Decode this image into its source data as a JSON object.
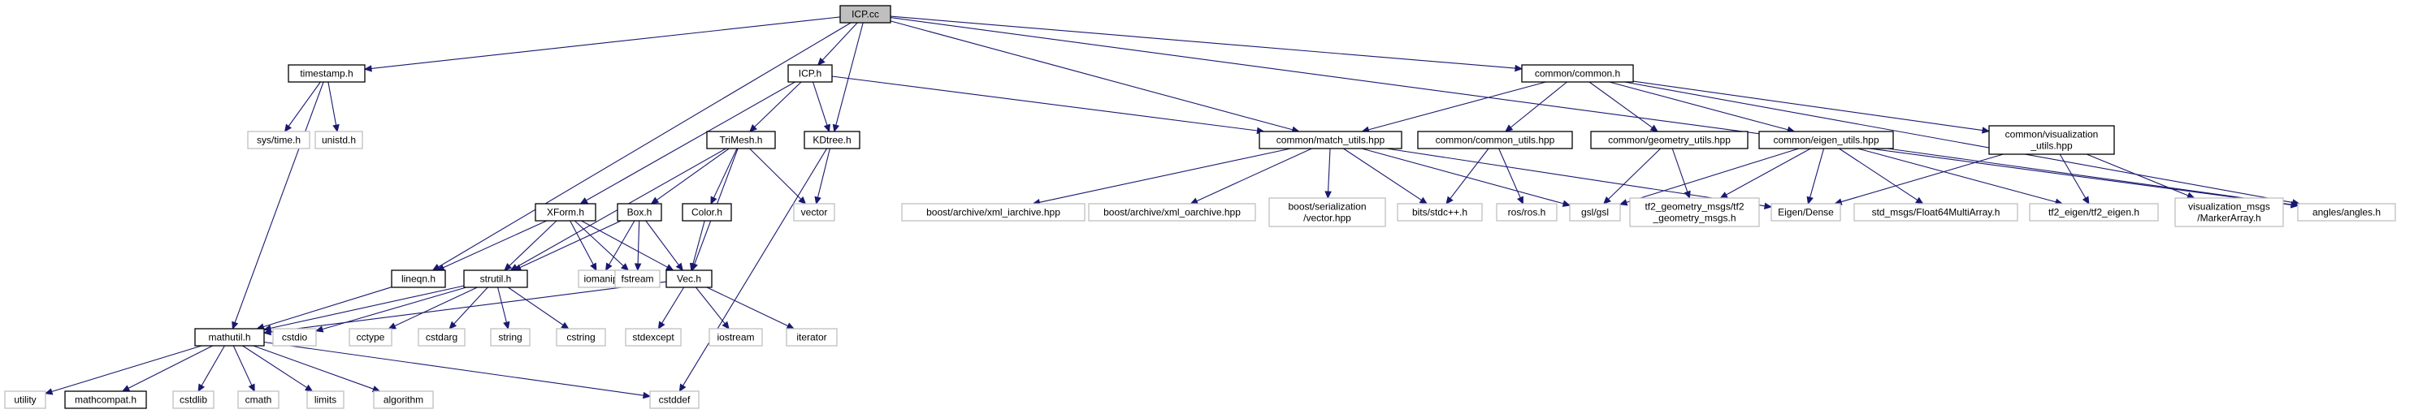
{
  "diagram": {
    "type": "include-dependency-graph",
    "colors": {
      "edge": "#191970",
      "root_fill": "#bfbfbf",
      "documented_border": "#000000",
      "external_border": "#bfbfbf"
    },
    "nodes": [
      {
        "id": "icp_cc",
        "lines": [
          "ICP.cc"
        ],
        "kind": "root"
      },
      {
        "id": "timestamp_h",
        "lines": [
          "timestamp.h"
        ],
        "kind": "doc"
      },
      {
        "id": "icp_h",
        "lines": [
          "ICP.h"
        ],
        "kind": "doc"
      },
      {
        "id": "common_common_h",
        "lines": [
          "common/common.h"
        ],
        "kind": "doc"
      },
      {
        "id": "sys_time_h",
        "lines": [
          "sys/time.h"
        ],
        "kind": "ext"
      },
      {
        "id": "unistd_h",
        "lines": [
          "unistd.h"
        ],
        "kind": "ext"
      },
      {
        "id": "trimesh_h",
        "lines": [
          "TriMesh.h"
        ],
        "kind": "doc"
      },
      {
        "id": "kdtree_h",
        "lines": [
          "KDtree.h"
        ],
        "kind": "doc"
      },
      {
        "id": "match_utils",
        "lines": [
          "common/match_utils.hpp"
        ],
        "kind": "doc"
      },
      {
        "id": "common_utils",
        "lines": [
          "common/common_utils.hpp"
        ],
        "kind": "doc"
      },
      {
        "id": "geometry_utils",
        "lines": [
          "common/geometry_utils.hpp"
        ],
        "kind": "doc"
      },
      {
        "id": "eigen_utils",
        "lines": [
          "common/eigen_utils.hpp"
        ],
        "kind": "doc"
      },
      {
        "id": "visualization_utils",
        "lines": [
          "common/visualization",
          "_utils.hpp"
        ],
        "kind": "doc"
      },
      {
        "id": "xform_h",
        "lines": [
          "XForm.h"
        ],
        "kind": "doc"
      },
      {
        "id": "box_h",
        "lines": [
          "Box.h"
        ],
        "kind": "doc"
      },
      {
        "id": "color_h",
        "lines": [
          "Color.h"
        ],
        "kind": "doc"
      },
      {
        "id": "vector",
        "lines": [
          "vector"
        ],
        "kind": "ext"
      },
      {
        "id": "xml_iarchive",
        "lines": [
          "boost/archive/xml_iarchive.hpp"
        ],
        "kind": "ext"
      },
      {
        "id": "xml_oarchive",
        "lines": [
          "boost/archive/xml_oarchive.hpp"
        ],
        "kind": "ext"
      },
      {
        "id": "boost_vector",
        "lines": [
          "boost/serialization",
          "/vector.hpp"
        ],
        "kind": "ext"
      },
      {
        "id": "bits_stdcpp",
        "lines": [
          "bits/stdc++.h"
        ],
        "kind": "ext"
      },
      {
        "id": "ros_h",
        "lines": [
          "ros/ros.h"
        ],
        "kind": "ext"
      },
      {
        "id": "gsl",
        "lines": [
          "gsl/gsl"
        ],
        "kind": "ext"
      },
      {
        "id": "tf2_geometry",
        "lines": [
          "tf2_geometry_msgs/tf2",
          "_geometry_msgs.h"
        ],
        "kind": "ext"
      },
      {
        "id": "eigen_dense",
        "lines": [
          "Eigen/Dense"
        ],
        "kind": "ext"
      },
      {
        "id": "float64",
        "lines": [
          "std_msgs/Float64MultiArray.h"
        ],
        "kind": "ext"
      },
      {
        "id": "tf2_eigen",
        "lines": [
          "tf2_eigen/tf2_eigen.h"
        ],
        "kind": "ext"
      },
      {
        "id": "marker_array",
        "lines": [
          "visualization_msgs",
          "/MarkerArray.h"
        ],
        "kind": "ext"
      },
      {
        "id": "angles_h",
        "lines": [
          "angles/angles.h"
        ],
        "kind": "ext"
      },
      {
        "id": "lineqn_h",
        "lines": [
          "lineqn.h"
        ],
        "kind": "doc"
      },
      {
        "id": "strutil_h",
        "lines": [
          "strutil.h"
        ],
        "kind": "doc"
      },
      {
        "id": "iomanip",
        "lines": [
          "iomanip"
        ],
        "kind": "ext"
      },
      {
        "id": "fstream",
        "lines": [
          "fstream"
        ],
        "kind": "ext"
      },
      {
        "id": "vec_h",
        "lines": [
          "Vec.h"
        ],
        "kind": "doc"
      },
      {
        "id": "mathutil_h",
        "lines": [
          "mathutil.h"
        ],
        "kind": "doc"
      },
      {
        "id": "cstdio",
        "lines": [
          "cstdio"
        ],
        "kind": "ext"
      },
      {
        "id": "cctype",
        "lines": [
          "cctype"
        ],
        "kind": "ext"
      },
      {
        "id": "cstdarg",
        "lines": [
          "cstdarg"
        ],
        "kind": "ext"
      },
      {
        "id": "string",
        "lines": [
          "string"
        ],
        "kind": "ext"
      },
      {
        "id": "cstring",
        "lines": [
          "cstring"
        ],
        "kind": "ext"
      },
      {
        "id": "stdexcept",
        "lines": [
          "stdexcept"
        ],
        "kind": "ext"
      },
      {
        "id": "iostream",
        "lines": [
          "iostream"
        ],
        "kind": "ext"
      },
      {
        "id": "iterator",
        "lines": [
          "iterator"
        ],
        "kind": "ext"
      },
      {
        "id": "utility",
        "lines": [
          "utility"
        ],
        "kind": "ext"
      },
      {
        "id": "mathcompat_h",
        "lines": [
          "mathcompat.h"
        ],
        "kind": "doc"
      },
      {
        "id": "cstdlib",
        "lines": [
          "cstdlib"
        ],
        "kind": "ext"
      },
      {
        "id": "cmath",
        "lines": [
          "cmath"
        ],
        "kind": "ext"
      },
      {
        "id": "limits",
        "lines": [
          "limits"
        ],
        "kind": "ext"
      },
      {
        "id": "algorithm",
        "lines": [
          "algorithm"
        ],
        "kind": "ext"
      },
      {
        "id": "cstddef",
        "lines": [
          "cstddef"
        ],
        "kind": "ext"
      }
    ],
    "edges": [
      [
        "icp_cc",
        "timestamp_h"
      ],
      [
        "icp_cc",
        "icp_h"
      ],
      [
        "icp_cc",
        "common_common_h"
      ],
      [
        "icp_cc",
        "kdtree_h"
      ],
      [
        "icp_cc",
        "match_utils"
      ],
      [
        "icp_cc",
        "lineqn_h"
      ],
      [
        "icp_cc",
        "angles_h"
      ],
      [
        "timestamp_h",
        "sys_time_h"
      ],
      [
        "timestamp_h",
        "unistd_h"
      ],
      [
        "timestamp_h",
        "mathutil_h"
      ],
      [
        "icp_h",
        "trimesh_h"
      ],
      [
        "icp_h",
        "kdtree_h"
      ],
      [
        "icp_h",
        "xform_h"
      ],
      [
        "icp_h",
        "match_utils"
      ],
      [
        "common_common_h",
        "match_utils"
      ],
      [
        "common_common_h",
        "common_utils"
      ],
      [
        "common_common_h",
        "geometry_utils"
      ],
      [
        "common_common_h",
        "eigen_utils"
      ],
      [
        "common_common_h",
        "visualization_utils"
      ],
      [
        "common_common_h",
        "angles_h"
      ],
      [
        "trimesh_h",
        "box_h"
      ],
      [
        "trimesh_h",
        "color_h"
      ],
      [
        "trimesh_h",
        "vector"
      ],
      [
        "trimesh_h",
        "strutil_h"
      ],
      [
        "trimesh_h",
        "vec_h"
      ],
      [
        "kdtree_h",
        "vector"
      ],
      [
        "kdtree_h",
        "cstddef"
      ],
      [
        "match_utils",
        "xml_iarchive"
      ],
      [
        "match_utils",
        "xml_oarchive"
      ],
      [
        "match_utils",
        "boost_vector"
      ],
      [
        "match_utils",
        "bits_stdcpp"
      ],
      [
        "match_utils",
        "gsl"
      ],
      [
        "match_utils",
        "eigen_dense"
      ],
      [
        "common_utils",
        "bits_stdcpp"
      ],
      [
        "common_utils",
        "ros_h"
      ],
      [
        "geometry_utils",
        "gsl"
      ],
      [
        "geometry_utils",
        "tf2_geometry"
      ],
      [
        "eigen_utils",
        "gsl"
      ],
      [
        "eigen_utils",
        "tf2_geometry"
      ],
      [
        "eigen_utils",
        "eigen_dense"
      ],
      [
        "eigen_utils",
        "float64"
      ],
      [
        "eigen_utils",
        "tf2_eigen"
      ],
      [
        "eigen_utils",
        "angles_h"
      ],
      [
        "visualization_utils",
        "eigen_dense"
      ],
      [
        "visualization_utils",
        "tf2_eigen"
      ],
      [
        "visualization_utils",
        "marker_array"
      ],
      [
        "xform_h",
        "lineqn_h"
      ],
      [
        "xform_h",
        "strutil_h"
      ],
      [
        "xform_h",
        "iomanip"
      ],
      [
        "xform_h",
        "fstream"
      ],
      [
        "xform_h",
        "vec_h"
      ],
      [
        "box_h",
        "strutil_h"
      ],
      [
        "box_h",
        "iomanip"
      ],
      [
        "box_h",
        "fstream"
      ],
      [
        "box_h",
        "vec_h"
      ],
      [
        "color_h",
        "vec_h"
      ],
      [
        "lineqn_h",
        "mathutil_h"
      ],
      [
        "strutil_h",
        "mathutil_h"
      ],
      [
        "strutil_h",
        "cstdio"
      ],
      [
        "strutil_h",
        "cctype"
      ],
      [
        "strutil_h",
        "cstdarg"
      ],
      [
        "strutil_h",
        "string"
      ],
      [
        "strutil_h",
        "cstring"
      ],
      [
        "vec_h",
        "mathutil_h"
      ],
      [
        "vec_h",
        "stdexcept"
      ],
      [
        "vec_h",
        "iostream"
      ],
      [
        "vec_h",
        "iterator"
      ],
      [
        "mathutil_h",
        "utility"
      ],
      [
        "mathutil_h",
        "mathcompat_h"
      ],
      [
        "mathutil_h",
        "cstdlib"
      ],
      [
        "mathutil_h",
        "cmath"
      ],
      [
        "mathutil_h",
        "limits"
      ],
      [
        "mathutil_h",
        "algorithm"
      ],
      [
        "mathutil_h",
        "cstddef"
      ]
    ]
  }
}
